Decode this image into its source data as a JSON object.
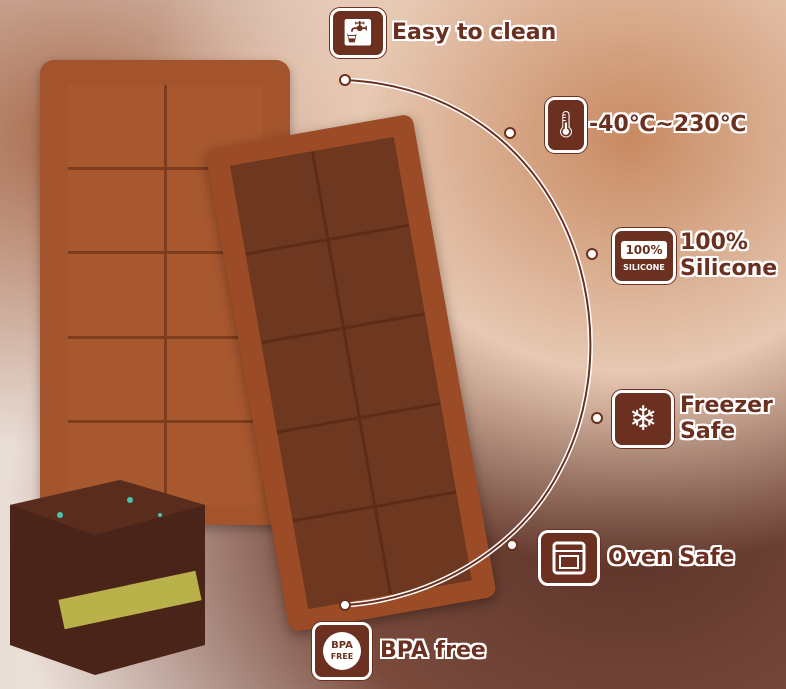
{
  "features": [
    {
      "label": "Easy to clean",
      "icon": "faucet-icon"
    },
    {
      "label": "-40℃~230℃",
      "icon": "thermometer-icon"
    },
    {
      "label_line1": "100%",
      "label_line2": "Silicone",
      "icon": "silicone-badge-icon",
      "badge_top": "100%",
      "badge_bottom": "SILICONE"
    },
    {
      "label_line1": "Freezer",
      "label_line2": "Safe",
      "icon": "snowflake-icon"
    },
    {
      "label": "Oven Safe",
      "icon": "oven-icon"
    },
    {
      "label": "BPA free",
      "icon": "bpa-free-icon",
      "badge_top": "BPA",
      "badge_bottom": "FREE"
    }
  ],
  "colors": {
    "brand": "#6b3020"
  }
}
